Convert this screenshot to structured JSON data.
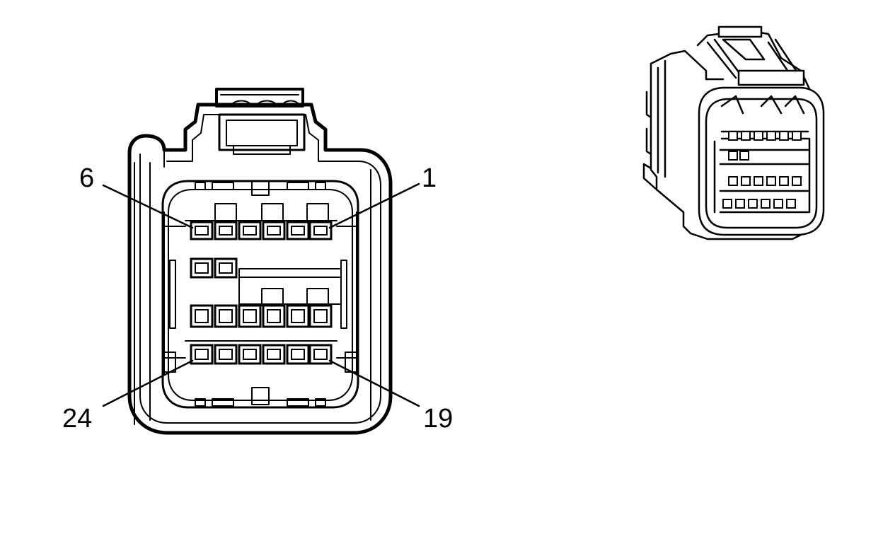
{
  "labels": {
    "pin_6": "6",
    "pin_1": "1",
    "pin_24": "24",
    "pin_19": "19"
  },
  "colors": {
    "line": "#000000",
    "background": "#ffffff",
    "cavity_fill": "#ffffff"
  }
}
